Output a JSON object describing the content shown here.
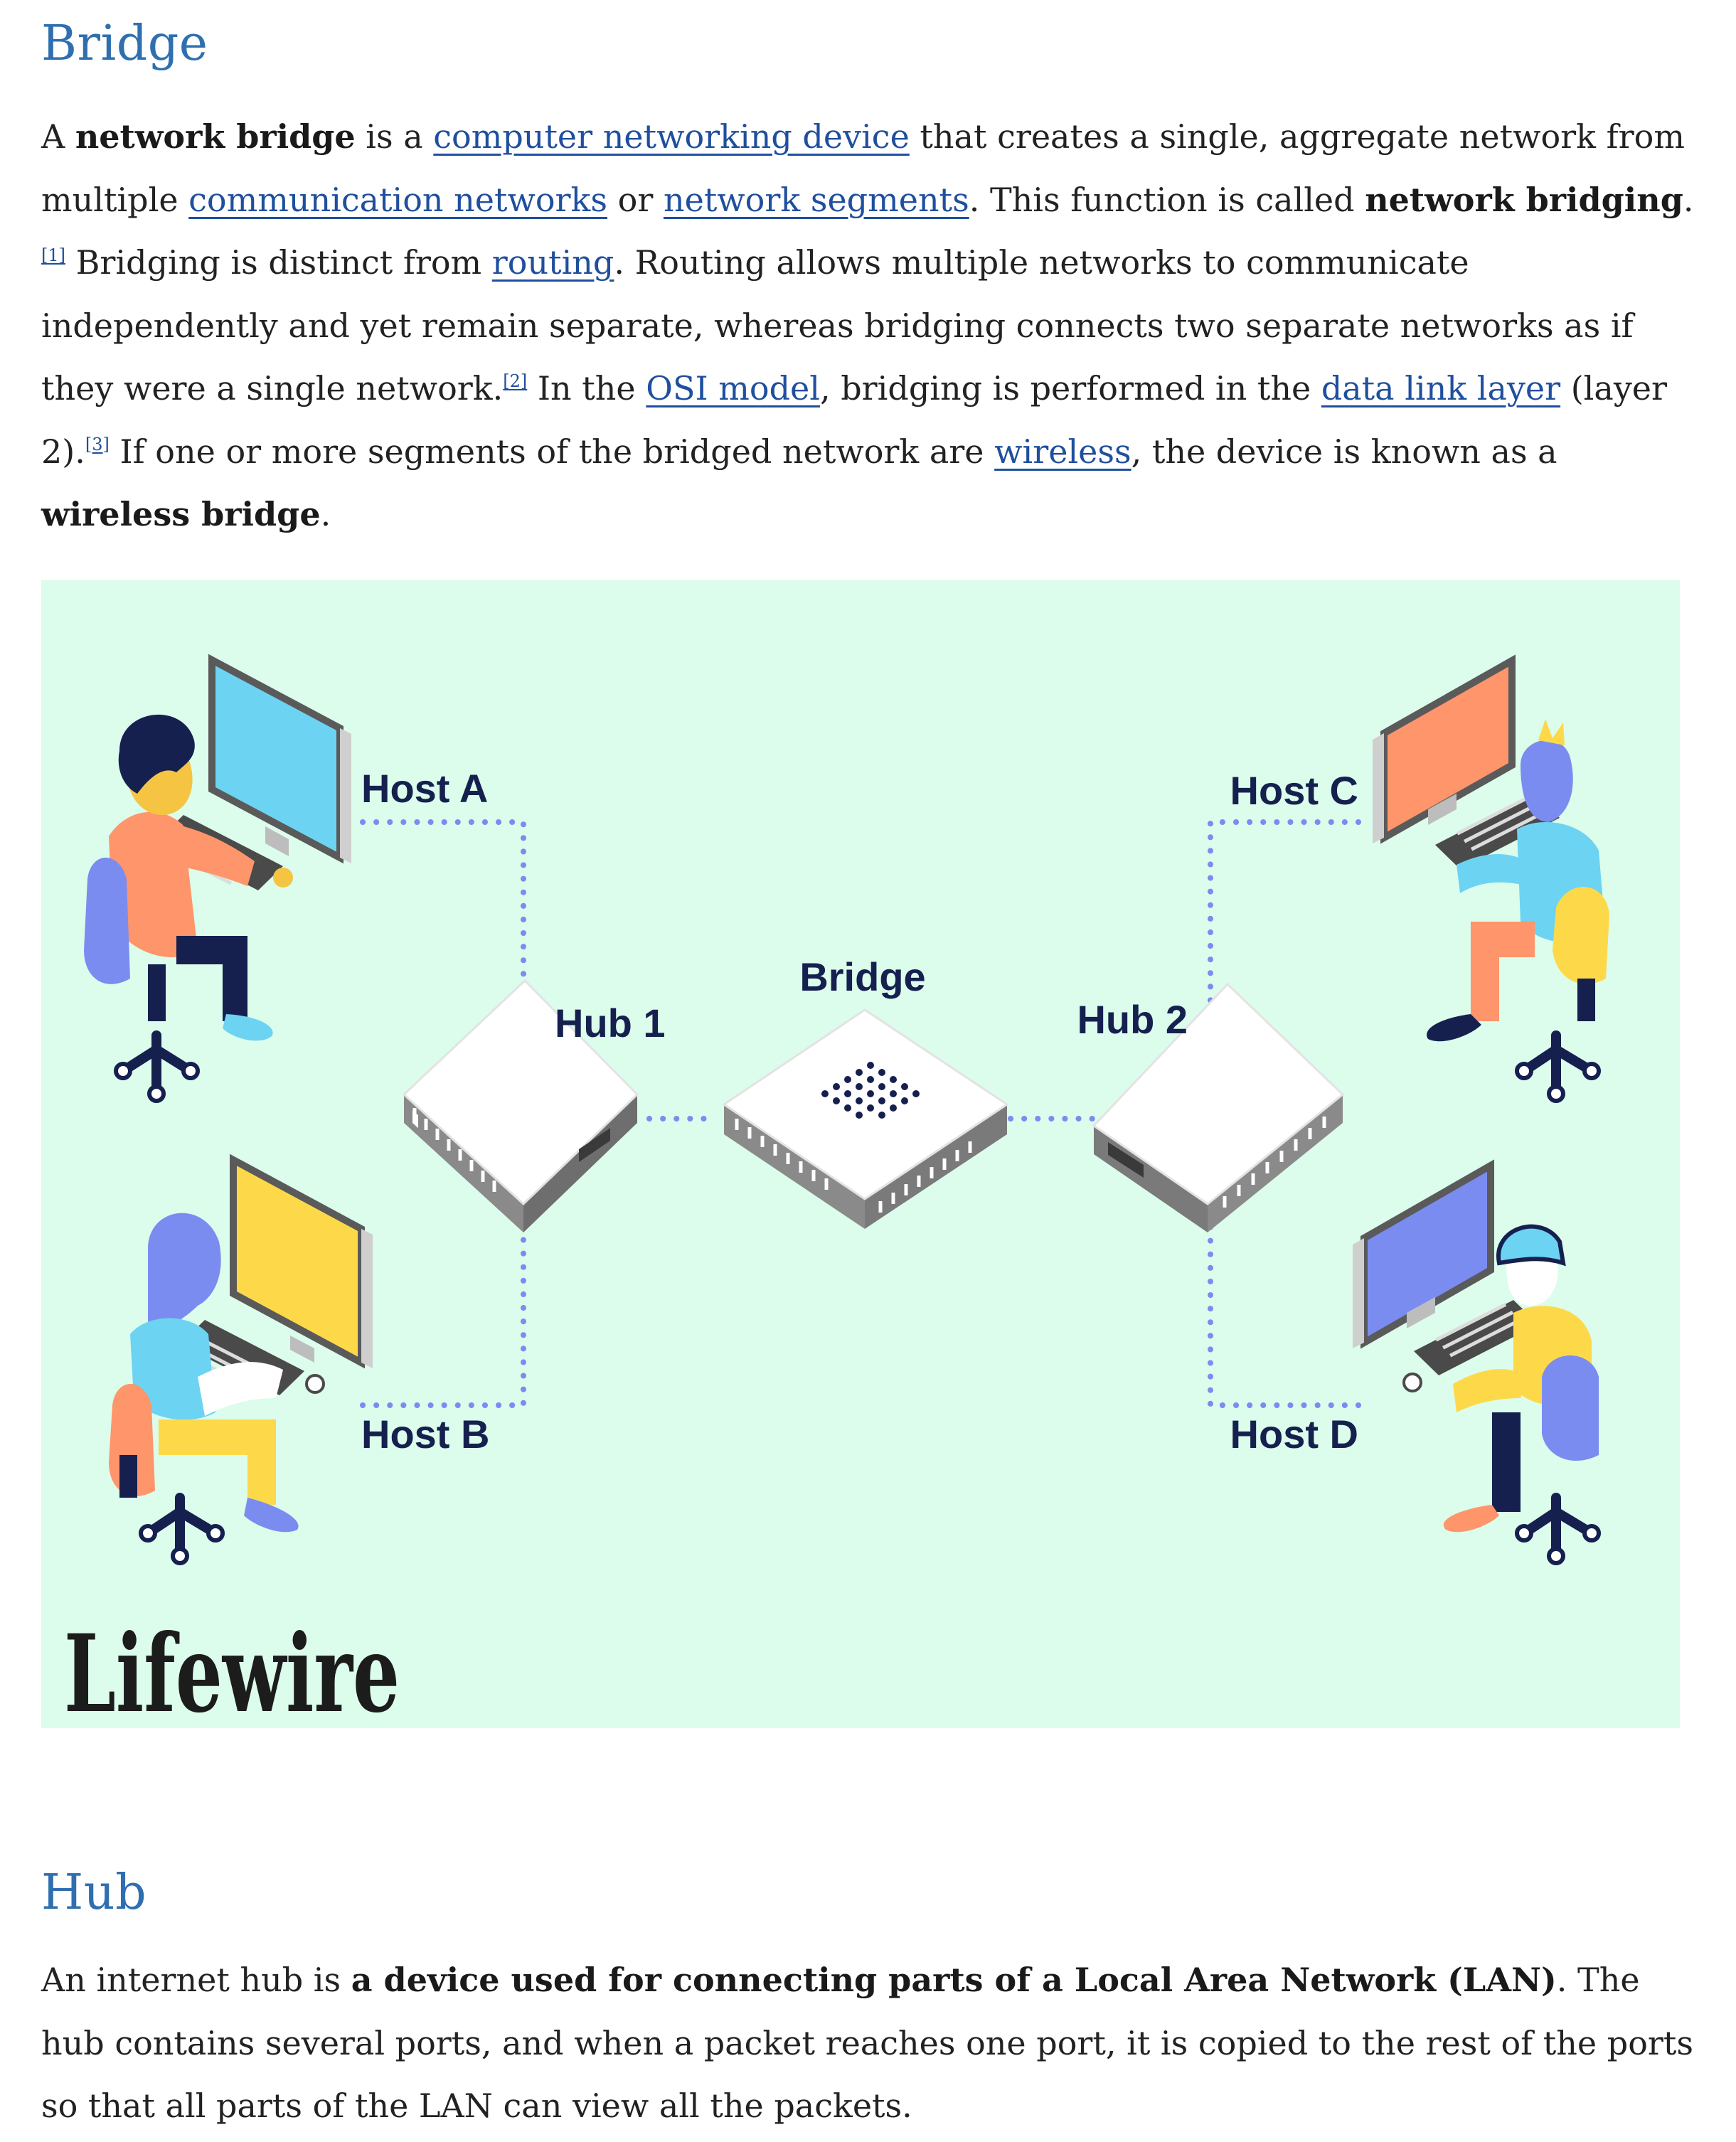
{
  "bridge_section": {
    "heading": "Bridge",
    "p": {
      "t1": "A ",
      "b1": "network bridge",
      "t2": " is a ",
      "l1": "computer networking device",
      "t3": " that creates a single, aggregate network from multiple ",
      "l2": "communication networks",
      "t4": " or ",
      "l3": "network segments",
      "t5": ". This function is called ",
      "b2": "network bridging",
      "t6": ".",
      "r1": "[1]",
      "t7": " Bridging is distinct from ",
      "l4": "routing",
      "t8": ". Routing allows multiple networks to communicate independently and yet remain separate, whereas bridging connects two separate networks as if they were a single network.",
      "r2": "[2]",
      "t9": " In the ",
      "l5": "OSI model",
      "t10": ", bridging is performed in the ",
      "l6": "data link layer",
      "t11": " (layer 2).",
      "r3": "[3]",
      "t12": " If one or more segments of the bridged network are ",
      "l7": "wireless",
      "t13": ", the device is known as a ",
      "b3": "wireless bridge",
      "t14": "."
    }
  },
  "figure": {
    "labels": {
      "host_a": "Host A",
      "host_b": "Host B",
      "host_c": "Host C",
      "host_d": "Host D",
      "hub_1": "Hub 1",
      "hub_2": "Hub 2",
      "bridge": "Bridge"
    },
    "logo": "Lifewire",
    "colors": {
      "background": "#dcfcec",
      "connector": "#7b8cf0",
      "label": "#15204f",
      "monitor_a": "#6dd3f2",
      "monitor_b": "#fdd94a",
      "monitor_c": "#ff956b",
      "monitor_d": "#7b8cf0"
    }
  },
  "hub_section": {
    "heading": "Hub",
    "p": {
      "t1": "An internet hub is ",
      "b1": "a device used for connecting parts of a Local Area Network (LAN)",
      "t2": ". The hub contains several ports, and when a packet reaches one port, it is copied to the rest of the ports so that all parts of the LAN can view all the packets."
    }
  }
}
